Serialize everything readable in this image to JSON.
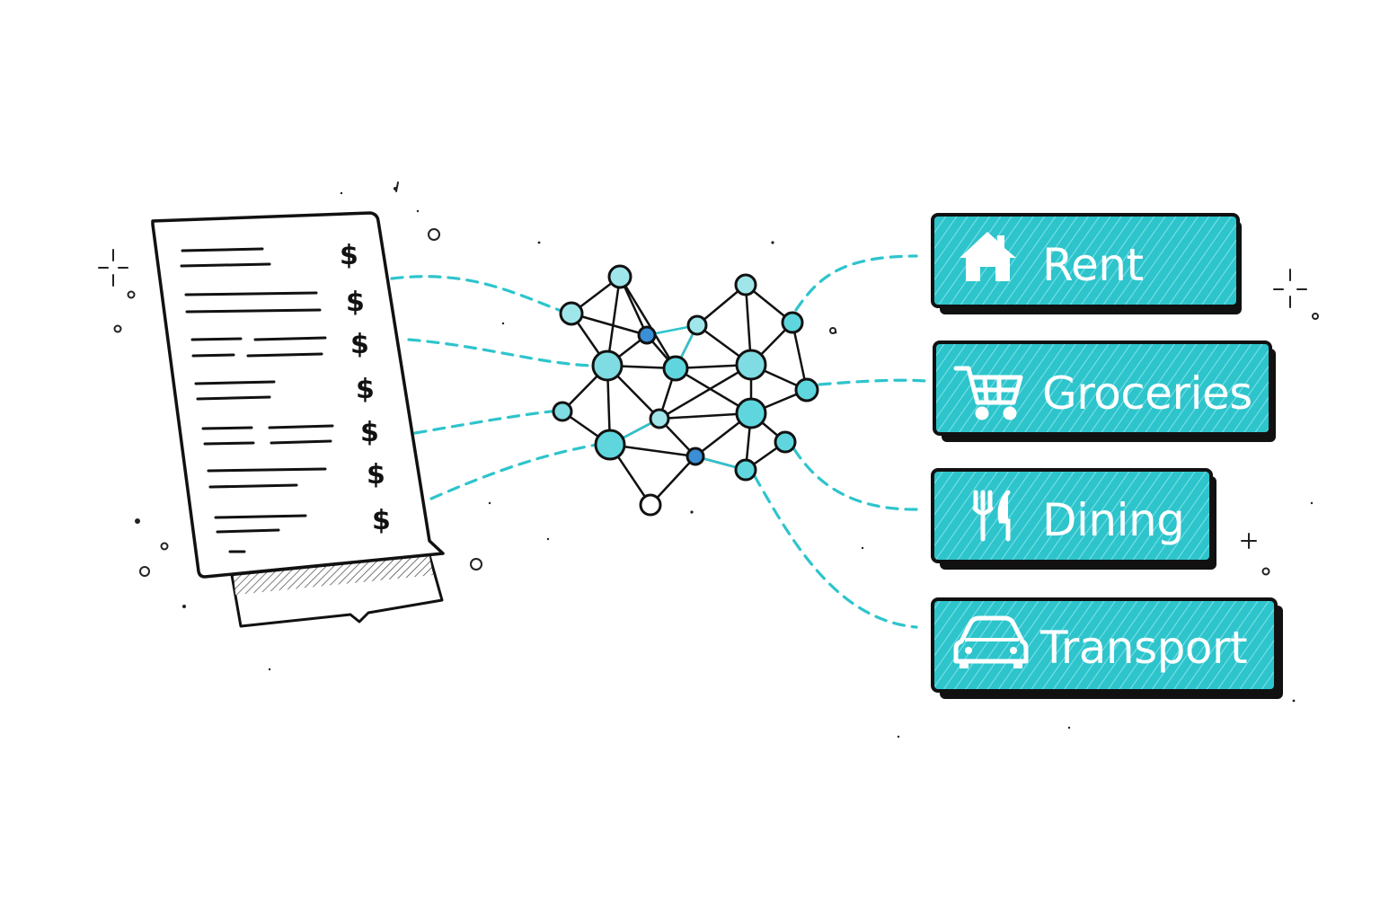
{
  "colors": {
    "accent": "#2ec4cc",
    "accent_dark": "#1aa9b3",
    "ink": "#111111",
    "node_fill": "#7fdce2",
    "node_dark": "#3a8fd6",
    "paper": "#ffffff"
  },
  "document": {
    "currency_marks": [
      "$",
      "$",
      "$",
      "$",
      "$",
      "$",
      "$"
    ]
  },
  "categories": [
    {
      "label": "Rent",
      "icon": "house-icon"
    },
    {
      "label": "Groceries",
      "icon": "shopping-cart-icon"
    },
    {
      "label": "Dining",
      "icon": "fork-knife-icon"
    },
    {
      "label": "Transport",
      "icon": "car-icon"
    }
  ]
}
